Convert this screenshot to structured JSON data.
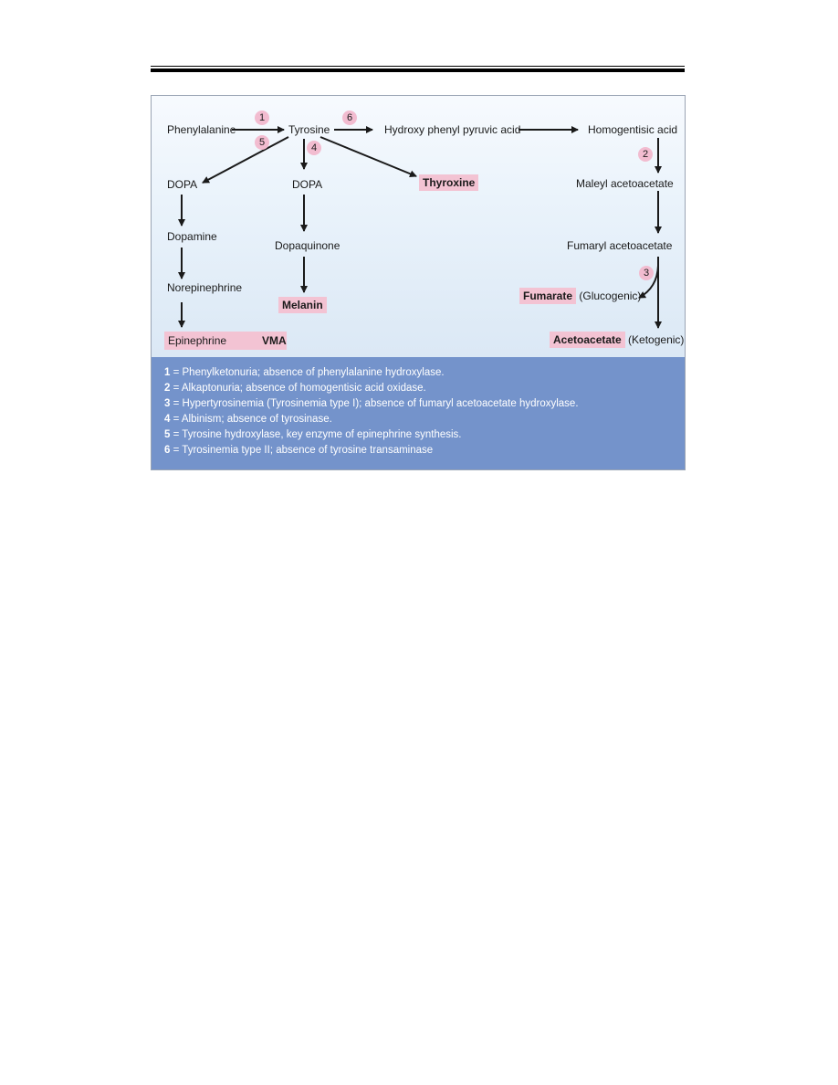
{
  "nodes": {
    "phenylalanine": "Phenylalanine",
    "tyrosine": "Tyrosine",
    "hydroxy_phenyl_pyruvic_acid": "Hydroxy phenyl pyruvic acid",
    "homogentisic_acid": "Homogentisic acid",
    "dopa_left": "DOPA",
    "dopa_mid": "DOPA",
    "thyroxine": "Thyroxine",
    "maleyl_acetoacetate": "Maleyl acetoacetate",
    "dopamine": "Dopamine",
    "dopaquinone": "Dopaquinone",
    "fumaryl_acetoacetate": "Fumaryl acetoacetate",
    "norepinephrine": "Norepinephrine",
    "melanin": "Melanin",
    "fumarate": "Fumarate",
    "fumarate_note": "(Glucogenic)",
    "epinephrine": "Epinephrine",
    "vma": "VMA",
    "acetoacetate": "Acetoacetate",
    "acetoacetate_note": "(Ketogenic)"
  },
  "badges": {
    "b1": "1",
    "b2": "2",
    "b3": "3",
    "b4": "4",
    "b5": "5",
    "b6": "6"
  },
  "legend": [
    {
      "num": "1",
      "text": " = Phenylketonuria; absence of phenylalanine hydroxylase."
    },
    {
      "num": "2",
      "text": " = Alkaptonuria; absence of homogentisic acid oxidase."
    },
    {
      "num": "3",
      "text": " = Hypertyrosinemia (Tyrosinemia type I); absence of fumaryl acetoacetate hydroxylase."
    },
    {
      "num": "4",
      "text": " = Albinism; absence of tyrosinase."
    },
    {
      "num": "5",
      "text": " = Tyrosine hydroxylase, key enzyme of epinephrine synthesis."
    },
    {
      "num": "6",
      "text": " = Tyrosinemia type II; absence of tyrosine transaminase"
    }
  ],
  "colors": {
    "highlight": "#f3c3d3",
    "badge": "#f2bcd0",
    "legend_bg": "#7493cb"
  }
}
